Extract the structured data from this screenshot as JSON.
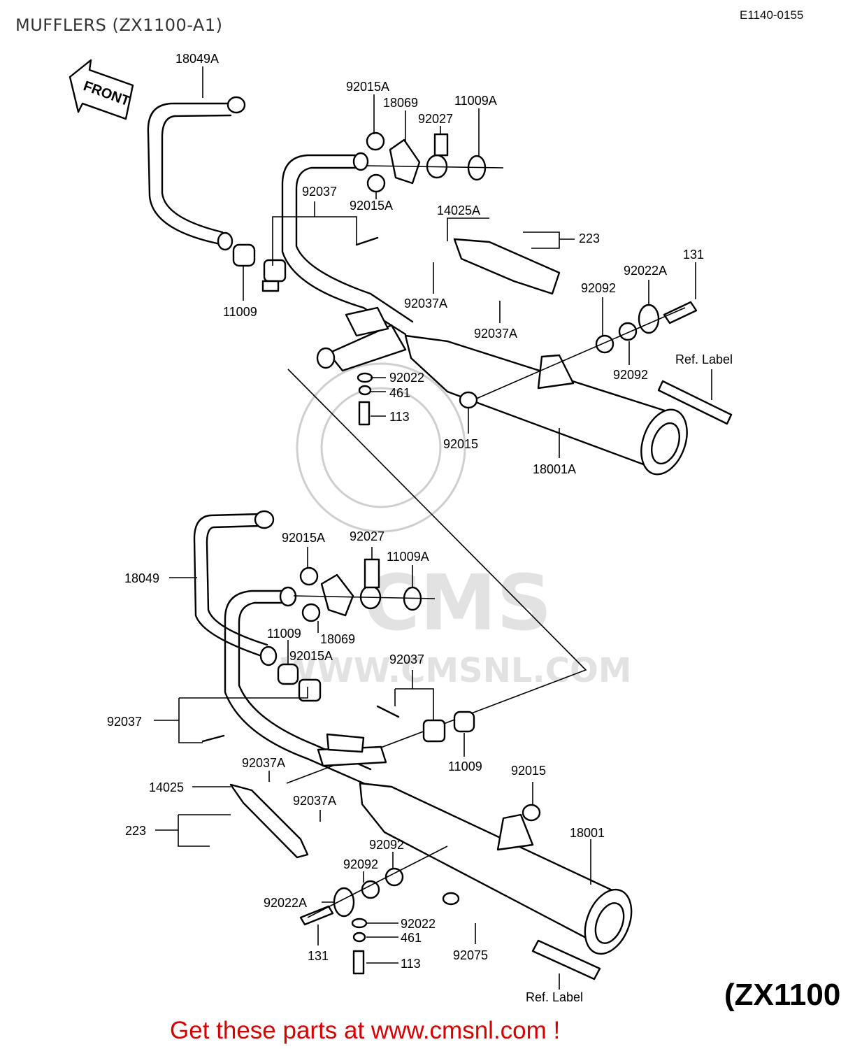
{
  "header": {
    "title": "MUFFLERS (ZX1100-A1)",
    "diagram_code": "E1140-0155"
  },
  "direction_arrow": {
    "label": "FRONT"
  },
  "watermark": {
    "brand": "CMS",
    "site": "WWW.CMSNL.COM"
  },
  "callouts": {
    "top": {
      "c18049A": "18049A",
      "c92015A_1": "92015A",
      "c18069": "18069",
      "c11009A": "11009A",
      "c92027": "92027",
      "c92037": "92037",
      "c92015A_2": "92015A",
      "c14025A": "14025A",
      "c223": "223",
      "c11009": "11009",
      "c92037A_1": "92037A",
      "c92037A_2": "92037A",
      "c131": "131",
      "c92022A": "92022A",
      "c92092_1": "92092",
      "c92092_2": "92092",
      "cRefLabel": "Ref. Label",
      "c92022": "92022",
      "c461": "461",
      "c113": "113",
      "c92015": "92015",
      "c18001A": "18001A"
    },
    "bottom": {
      "c92015A_1": "92015A",
      "c92027": "92027",
      "c11009A": "11009A",
      "c18049": "18049",
      "c11009_1": "11009",
      "c18069": "18069",
      "c92015A_2": "92015A",
      "c92037_1": "92037",
      "c92037_2": "92037",
      "c11009_2": "11009",
      "c92015": "92015",
      "c92037A_1": "92037A",
      "c14025": "14025",
      "c92037A_2": "92037A",
      "c18001": "18001",
      "c223": "223",
      "c92092_1": "92092",
      "c92092_2": "92092",
      "c92022A": "92022A",
      "c92022": "92022",
      "c461": "461",
      "c131": "131",
      "c113": "113",
      "c92075": "92075",
      "cRefLabel": "Ref. Label"
    }
  },
  "footer": {
    "model_badge": "(ZX1100",
    "call_to_action": "Get these parts at www.cmsnl.com !"
  }
}
